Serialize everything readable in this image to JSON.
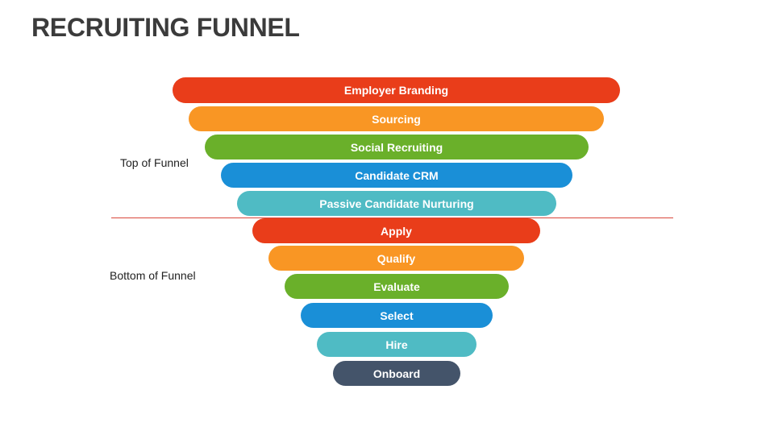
{
  "title": "RECRUITING FUNNEL",
  "labels": {
    "top": "Top of Funnel",
    "bottom": "Bottom of Funnel"
  },
  "colors": {
    "red": "#e93d1a",
    "orange": "#f99624",
    "green": "#6ab02a",
    "blue": "#1a8fd7",
    "teal": "#4fbbc4",
    "slate": "#44546a",
    "divider": "#d9473b"
  },
  "funnel": {
    "top_stages": [
      {
        "label": "Employer Branding",
        "color": "#e93d1a"
      },
      {
        "label": "Sourcing",
        "color": "#f99624"
      },
      {
        "label": "Social Recruiting",
        "color": "#6ab02a"
      },
      {
        "label": "Candidate CRM",
        "color": "#1a8fd7"
      },
      {
        "label": "Passive Candidate Nurturing",
        "color": "#4fbbc4"
      }
    ],
    "bottom_stages": [
      {
        "label": "Apply",
        "color": "#e93d1a"
      },
      {
        "label": "Qualify",
        "color": "#f99624"
      },
      {
        "label": "Evaluate",
        "color": "#6ab02a"
      },
      {
        "label": "Select",
        "color": "#1a8fd7"
      },
      {
        "label": "Hire",
        "color": "#4fbbc4"
      },
      {
        "label": "Onboard",
        "color": "#44546a"
      }
    ]
  }
}
